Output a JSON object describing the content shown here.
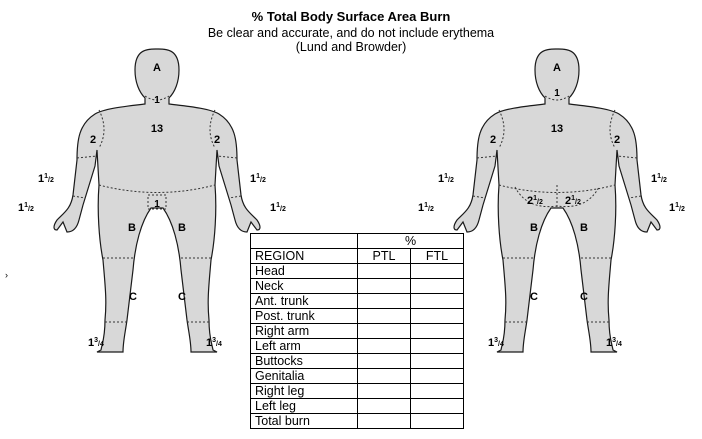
{
  "header": {
    "title": "% Total Body Surface Area Burn",
    "subtitle_line1": "Be clear and accurate, and do not include erythema",
    "subtitle_line2": "(Lund and Browder)"
  },
  "front_labels": {
    "head": "A",
    "neck": "1",
    "trunk": "13",
    "upper_arm_left": "2",
    "upper_arm_right": "2",
    "forearm_left": "1",
    "forearm_right": "1",
    "hand_left": "1",
    "hand_right": "1",
    "genitalia": "1",
    "thigh_left": "B",
    "thigh_right": "B",
    "leg_left": "C",
    "leg_right": "C",
    "foot_left": "1",
    "foot_right": "1",
    "half": "1",
    "half_den": "2",
    "three_quarter": "3",
    "three_quarter_den": "4"
  },
  "back_labels": {
    "head": "A",
    "neck": "1",
    "trunk": "13",
    "upper_arm_left": "2",
    "upper_arm_right": "2",
    "forearm_left": "1",
    "forearm_right": "1",
    "hand_left": "1",
    "hand_right": "1",
    "buttock_left": "2",
    "buttock_right": "2",
    "thigh_left": "B",
    "thigh_right": "B",
    "leg_left": "C",
    "leg_right": "C",
    "foot_left": "1",
    "foot_right": "1"
  },
  "table": {
    "percent_header": "%",
    "region_header": "REGION",
    "ptl_header": "PTL",
    "ftl_header": "FTL",
    "rows": [
      "Head",
      "Neck",
      "Ant. trunk",
      "Post. trunk",
      "Right arm",
      "Left arm",
      "Buttocks",
      "Genitalia",
      "Right leg",
      "Left leg",
      "Total burn"
    ]
  },
  "margin_mark": "›"
}
